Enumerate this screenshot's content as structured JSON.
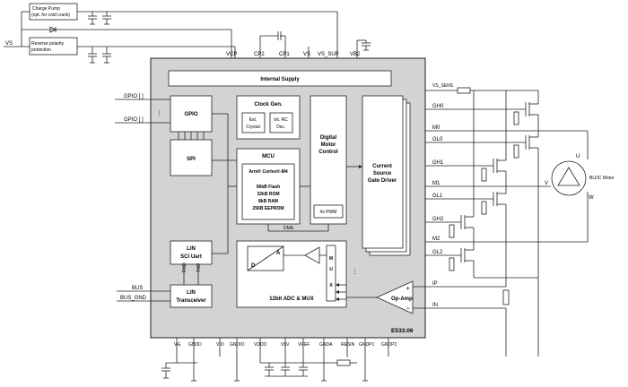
{
  "labels": {
    "charge_pump_line1": "Charge Pump",
    "charge_pump_line2": "(opt. for cold crank)",
    "reverse_line1": "Reverse polarity",
    "reverse_line2": "protection",
    "vs": "VS",
    "pin_vcp": "VCP",
    "pin_cp2": "CP2",
    "pin_cp1": "CP1",
    "pin_vs": "VS",
    "pin_vs_sup": "VS_SUP",
    "pin_vb2": "VB2",
    "internal_supply": "Internal Supply",
    "gpio_1": "GPIO [ ]",
    "gpio_2": "GPIO [ ]",
    "gpio_block": "GPIO",
    "spi": "SPI",
    "clock_gen": "Clock Gen.",
    "ext_crystal_1": "Ext.",
    "ext_crystal_2": "Crystal",
    "int_rc_1": "Int. RC",
    "int_rc_2": "Osc.",
    "mcu": "MCU",
    "arm": "Arm® Cortex®-M4",
    "mem_flash": "96kB Flash",
    "mem_rom": "32kB ROM",
    "mem_ram": "8kB RAM",
    "mem_eeprom": "256B EEPROM",
    "dmc_1": "Digital",
    "dmc_2": "Motor",
    "dmc_3": "Control",
    "pwm": "4x PWM",
    "dma": "DMA",
    "gate_1": "Current",
    "gate_2": "Source",
    "gate_3": "Gate Driver",
    "lin_sci_1": "LIN",
    "lin_sci_2": "SCI Uart",
    "rxd": "RXD",
    "txd": "TXD",
    "lin_tr_1": "LIN",
    "lin_tr_2": "Transceiver",
    "bus": "BUS",
    "bus_gnd": "BUS_GND",
    "adc_a": "A",
    "adc_d": "D",
    "mux_m": "M",
    "mux_u": "U",
    "mux_x": "X",
    "adc": "12bit ADC & MUX",
    "opamp": "Op-Amp",
    "plus": "+",
    "minus": "−",
    "vs_sens": "VS_SENS",
    "gh0": "GH0",
    "m0": "M0",
    "gl0": "GL0",
    "gh1": "GH1",
    "m1": "M1",
    "gl1": "GL1",
    "gh2": "GH2",
    "m2": "M2",
    "gl2": "GL2",
    "ip": "IP",
    "in": "IN",
    "motor_u": "U",
    "motor_v": "V",
    "motor_w": "W",
    "bldc": "BLDC Motor",
    "chip": "E533.06",
    "pin_vg": "VG",
    "pin_gndd": "GNDD",
    "pin_vio": "VIO",
    "pin_gndio": "GNDIO",
    "pin_vddd": "VDDD",
    "pin_v5v": "V5V",
    "pin_vref": "VREF",
    "pin_gnda": "GNDA",
    "pin_resin": "RESIN",
    "pin_gndp1": "GNDP1",
    "pin_gndp2": "GNDP2",
    "dots": "⋮"
  }
}
